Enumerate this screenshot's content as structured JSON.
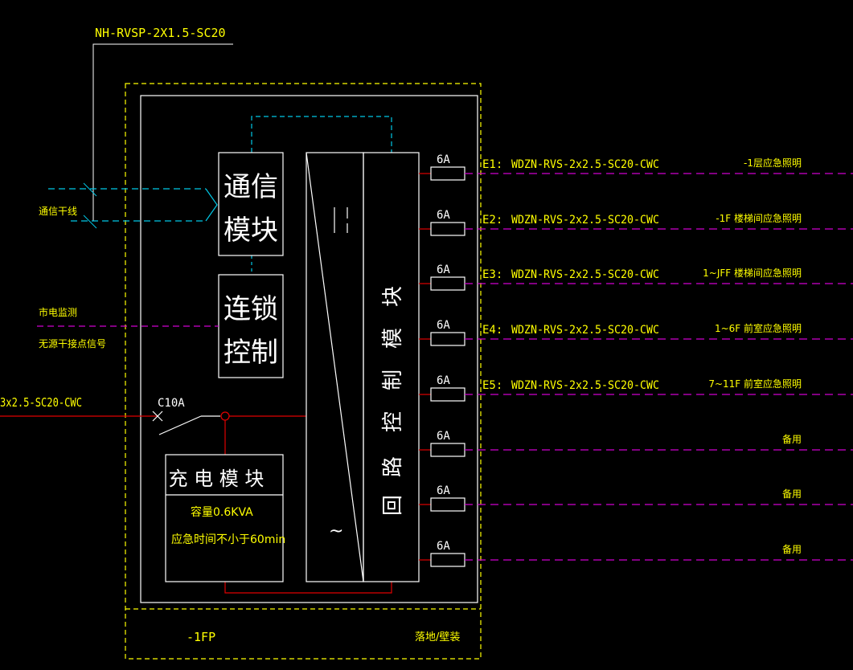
{
  "colors": {
    "background": "#000000",
    "yellow": "#ffff00",
    "white": "#ffffff",
    "cyan": "#00c8e6",
    "magenta": "#d000d0",
    "red": "#e00000"
  },
  "header_cable": "NH-RVSP-2X1.5-SC20",
  "left_labels": {
    "comm_trunk": "通信干线",
    "mains_monitor": "市电监测",
    "dry_contact": "无源干接点信号",
    "input_cable": "3x2.5-SC20-CWC",
    "input_breaker": "C10A"
  },
  "modules": {
    "comm_line1": "通信",
    "comm_line2": "模块",
    "interlock_line1": "连锁",
    "interlock_line2": "控制",
    "charger_title": "充 电 模 块",
    "charger_capacity": "容量0.6KVA",
    "charger_time": "应急时间不小于60min",
    "inverter_symbol": "~",
    "circuit_module_chars": [
      "回",
      "路",
      "控",
      "制",
      "模",
      "块"
    ]
  },
  "circuits": [
    {
      "breaker": "6A",
      "id": "E1:",
      "cable": "WDZN-RVS-2x2.5-SC20-CWC",
      "load": "-1层应急照明"
    },
    {
      "breaker": "6A",
      "id": "E2:",
      "cable": "WDZN-RVS-2x2.5-SC20-CWC",
      "load": "-1F 楼梯间应急照明"
    },
    {
      "breaker": "6A",
      "id": "E3:",
      "cable": "WDZN-RVS-2x2.5-SC20-CWC",
      "load": "1~JFF 楼梯间应急照明"
    },
    {
      "breaker": "6A",
      "id": "E4:",
      "cable": "WDZN-RVS-2x2.5-SC20-CWC",
      "load": "1~6F 前室应急照明"
    },
    {
      "breaker": "6A",
      "id": "E5:",
      "cable": "WDZN-RVS-2x2.5-SC20-CWC",
      "load": "7~11F 前室应急照明"
    },
    {
      "breaker": "6A",
      "id": "",
      "cable": "",
      "load": "备用"
    },
    {
      "breaker": "6A",
      "id": "",
      "cable": "",
      "load": "备用"
    },
    {
      "breaker": "6A",
      "id": "",
      "cable": "",
      "load": "备用"
    }
  ],
  "footer": {
    "panel_id": "-1FP",
    "mounting": "落地/壁装"
  }
}
